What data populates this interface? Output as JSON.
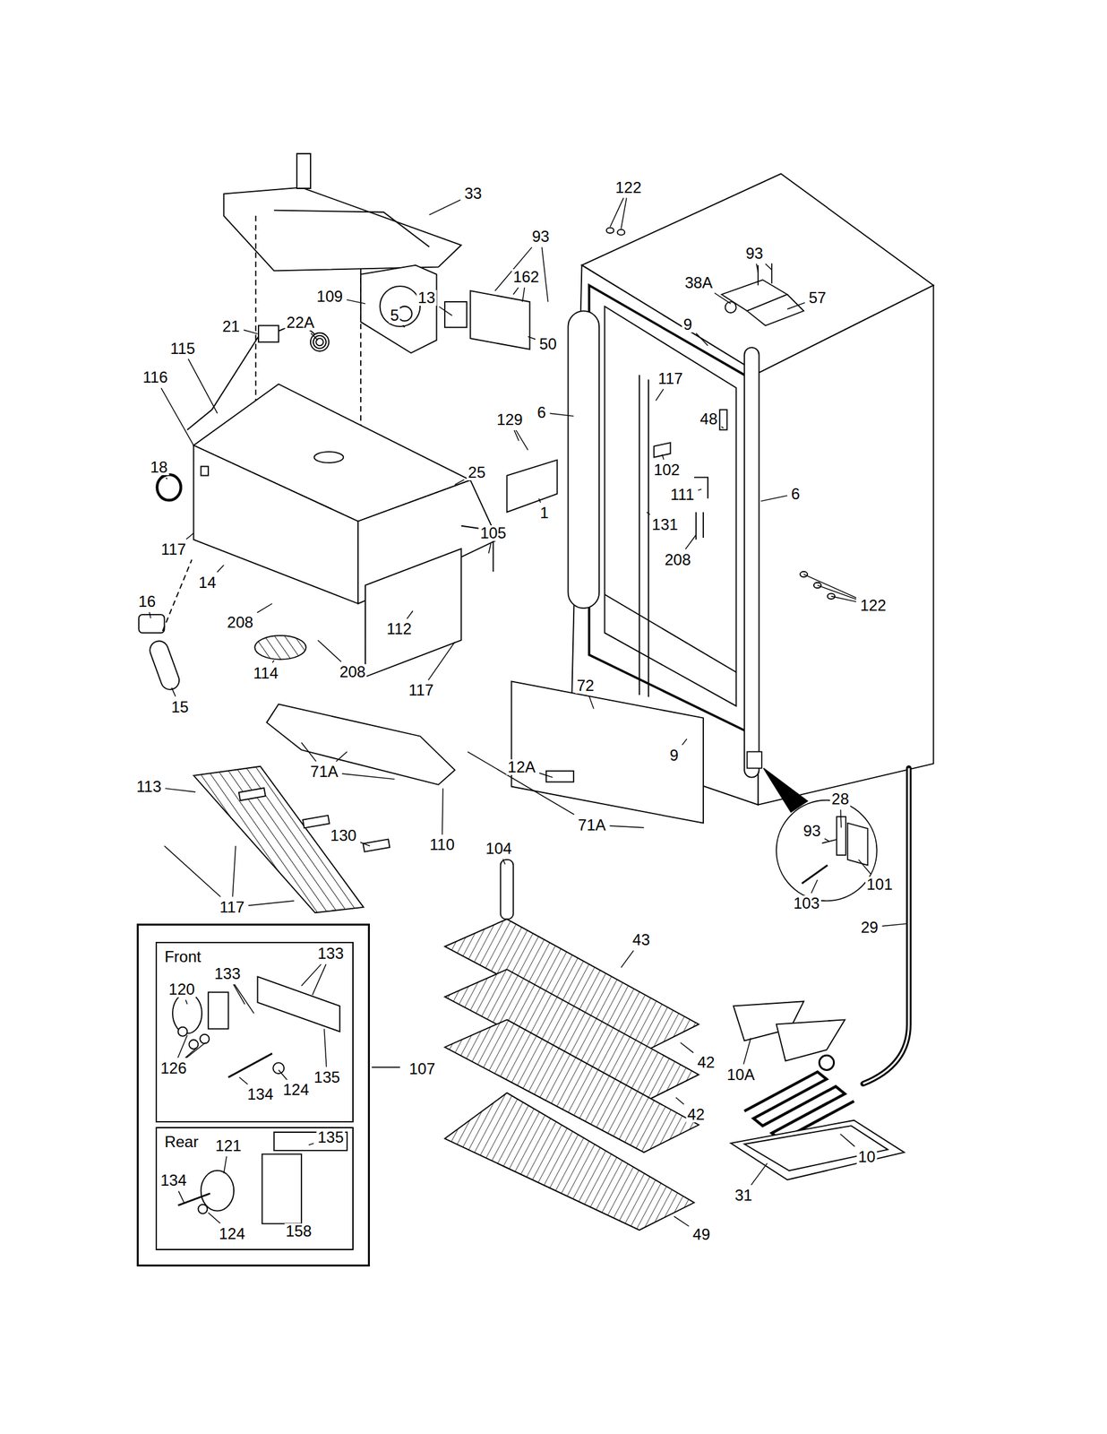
{
  "diagram": {
    "nodes": [
      {
        "text": [
          "107"
        ]
      },
      {
        "text": [
          "Front"
        ],
        "in": 0
      },
      {
        "text": [
          "Rear"
        ],
        "in": 0
      }
    ],
    "labels": [
      "33",
      "122",
      "93",
      "162",
      "93",
      "38A",
      "57",
      "13",
      "109",
      "5",
      "22A",
      "9",
      "50",
      "21",
      "115",
      "116",
      "117",
      "129",
      "48",
      "6",
      "18",
      "25",
      "102",
      "111",
      "6",
      "1",
      "105",
      "131",
      "208",
      "117",
      "14",
      "122",
      "208",
      "16",
      "112",
      "208",
      "114",
      "117",
      "72",
      "15",
      "9",
      "71A",
      "113",
      "12A",
      "28",
      "130",
      "110",
      "71A",
      "93",
      "101",
      "104",
      "103",
      "117",
      "29",
      "43",
      "133",
      "133",
      "120",
      "42",
      "126",
      "135",
      "134",
      "124",
      "10A",
      "42",
      "10",
      "135",
      "121",
      "134",
      "124",
      "158",
      "31",
      "49"
    ]
  }
}
